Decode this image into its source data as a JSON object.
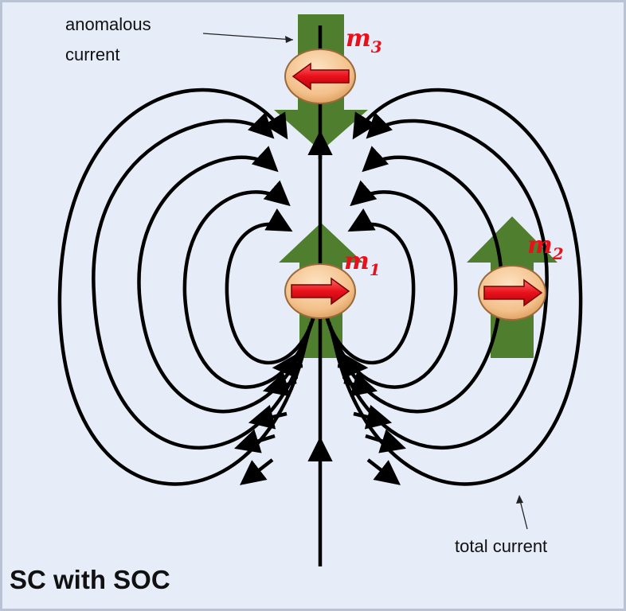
{
  "labels": {
    "anomalous_line1": "anomalous",
    "anomalous_line2": "current",
    "total_current": "total current",
    "title": "SC with SOC"
  },
  "moments": [
    {
      "symbol": "m",
      "subscript": "1",
      "direction": "right"
    },
    {
      "symbol": "m",
      "subscript": "2",
      "direction": "right"
    },
    {
      "symbol": "m",
      "subscript": "3",
      "direction": "left"
    }
  ],
  "colors": {
    "background": "#e6edf9",
    "border": "#b9c3d3",
    "field_lines": "#000000",
    "green_arrow": "#4f7f2e",
    "moment_fill": "#f3c08a",
    "moment_arrow": "#e8101a",
    "label_red": "#e8101a"
  }
}
